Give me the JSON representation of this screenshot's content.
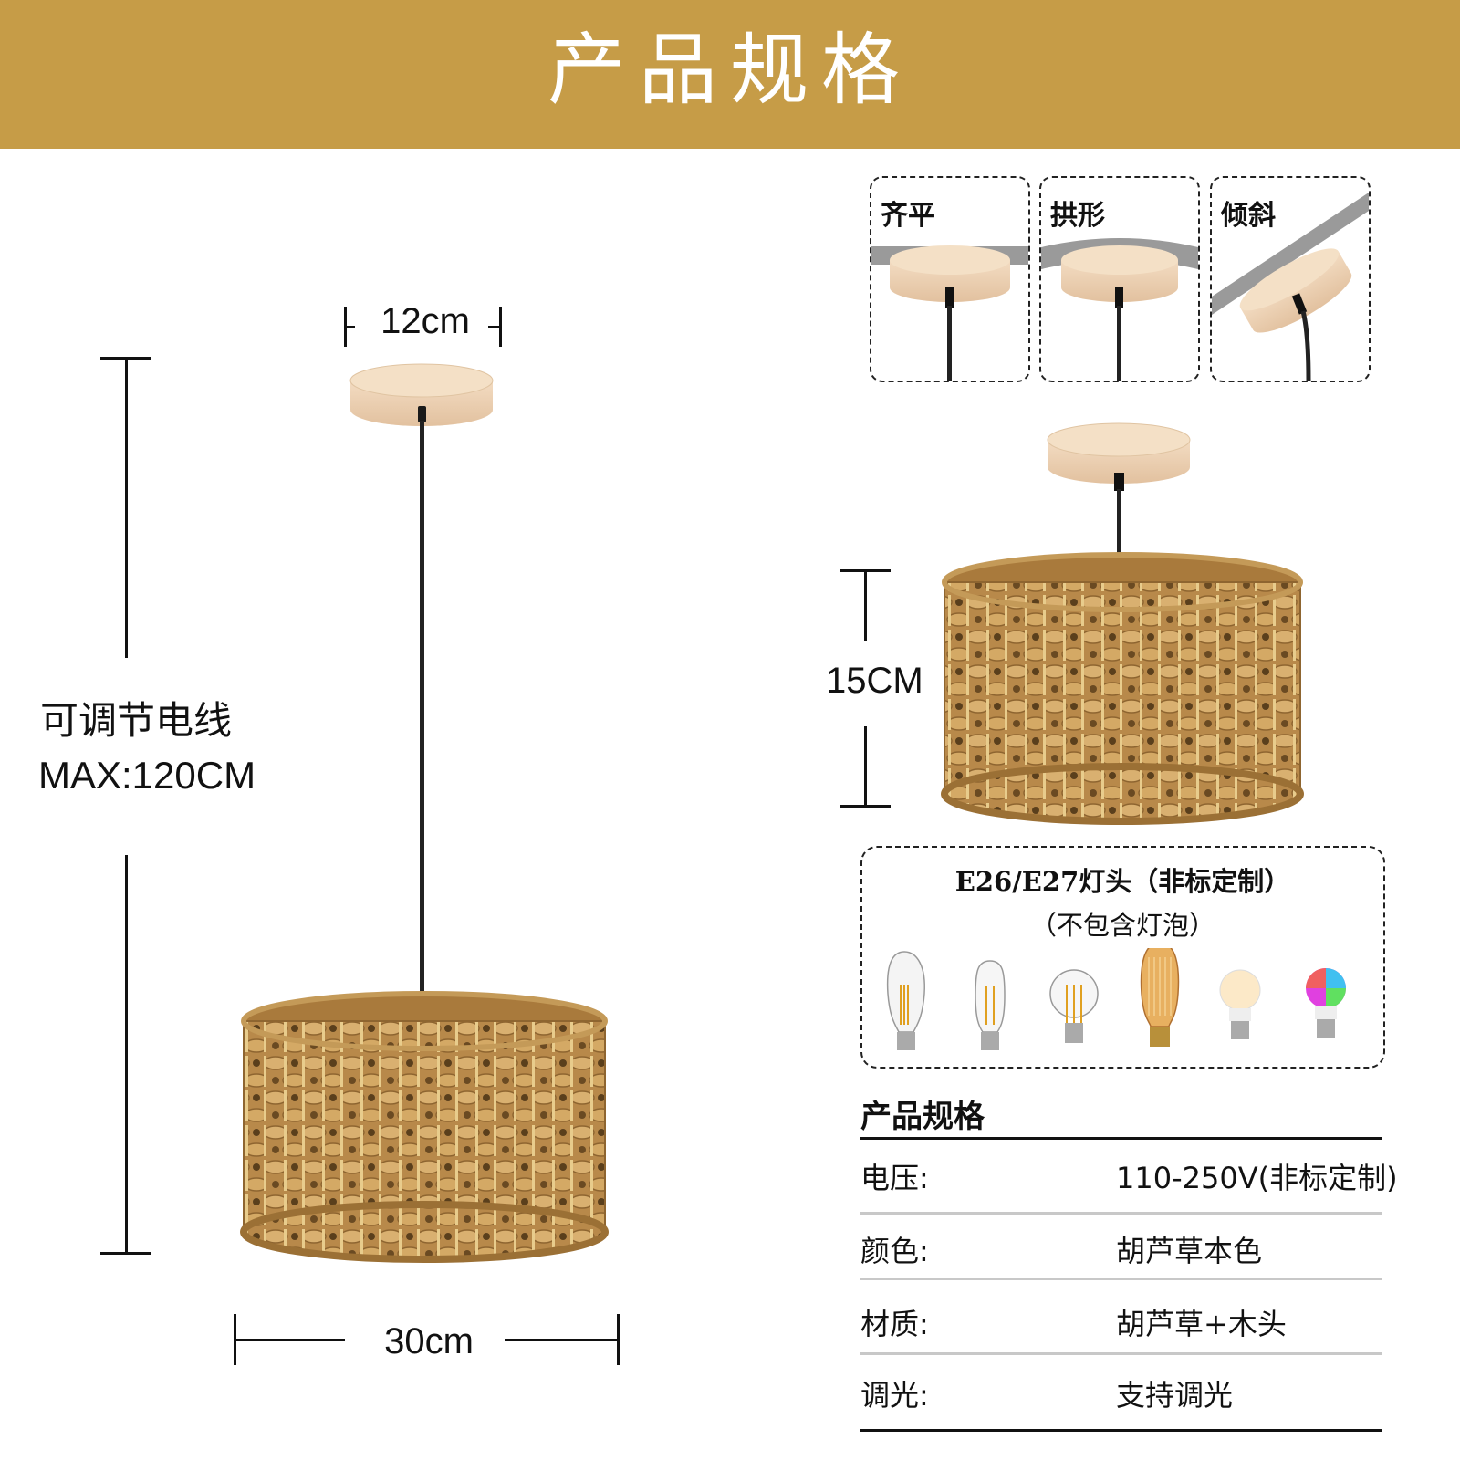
{
  "banner": {
    "title": "产品规格",
    "color": "#C69C47"
  },
  "dimensions": {
    "canopy_width": "12cm",
    "shade_width": "30cm",
    "shade_height": "15CM",
    "cord_label": "可调节电线",
    "cord_max": "MAX:120CM"
  },
  "mount_types": [
    {
      "label": "齐平"
    },
    {
      "label": "拱形"
    },
    {
      "label": "倾斜"
    }
  ],
  "bulb_info": {
    "title": "E26/E27灯头（非标定制）",
    "subtitle": "（不包含灯泡）",
    "bulbs": [
      "st64-bulb-icon",
      "t45-bulb-icon",
      "a19-bulb-icon",
      "vintage-bulb-icon",
      "led-bulb-icon",
      "rgb-bulb-icon"
    ]
  },
  "specs": {
    "heading": "产品规格",
    "rows": [
      {
        "key": "电压:",
        "value": "110-250V(非标定制)"
      },
      {
        "key": "颜色:",
        "value": "胡芦草本色"
      },
      {
        "key": "材质:",
        "value": "胡芦草+木头"
      },
      {
        "key": "调光:",
        "value": "支持调光"
      }
    ]
  }
}
